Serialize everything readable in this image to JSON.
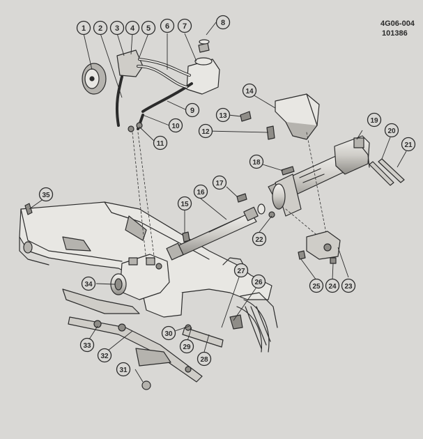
{
  "figure": {
    "code": "4G06-004",
    "number": "101386"
  },
  "callouts": [
    {
      "label": "1"
    },
    {
      "label": "2"
    },
    {
      "label": "3"
    },
    {
      "label": "4"
    },
    {
      "label": "5"
    },
    {
      "label": "6"
    },
    {
      "label": "7"
    },
    {
      "label": "8"
    },
    {
      "label": "9"
    },
    {
      "label": "10"
    },
    {
      "label": "11"
    },
    {
      "label": "12"
    },
    {
      "label": "13"
    },
    {
      "label": "14"
    },
    {
      "label": "15"
    },
    {
      "label": "16"
    },
    {
      "label": "17"
    },
    {
      "label": "18"
    },
    {
      "label": "19"
    },
    {
      "label": "20"
    },
    {
      "label": "21"
    },
    {
      "label": "22"
    },
    {
      "label": "23"
    },
    {
      "label": "24"
    },
    {
      "label": "25"
    },
    {
      "label": "26"
    },
    {
      "label": "27"
    },
    {
      "label": "28"
    },
    {
      "label": "29"
    },
    {
      "label": "30"
    },
    {
      "label": "31"
    },
    {
      "label": "32"
    },
    {
      "label": "33"
    },
    {
      "label": "34"
    },
    {
      "label": "35"
    }
  ],
  "colors": {
    "paper": "#d9d8d5",
    "ink": "#2b2b2b",
    "part_fill": "#e8e7e3",
    "shade": "#b5b3ae"
  }
}
